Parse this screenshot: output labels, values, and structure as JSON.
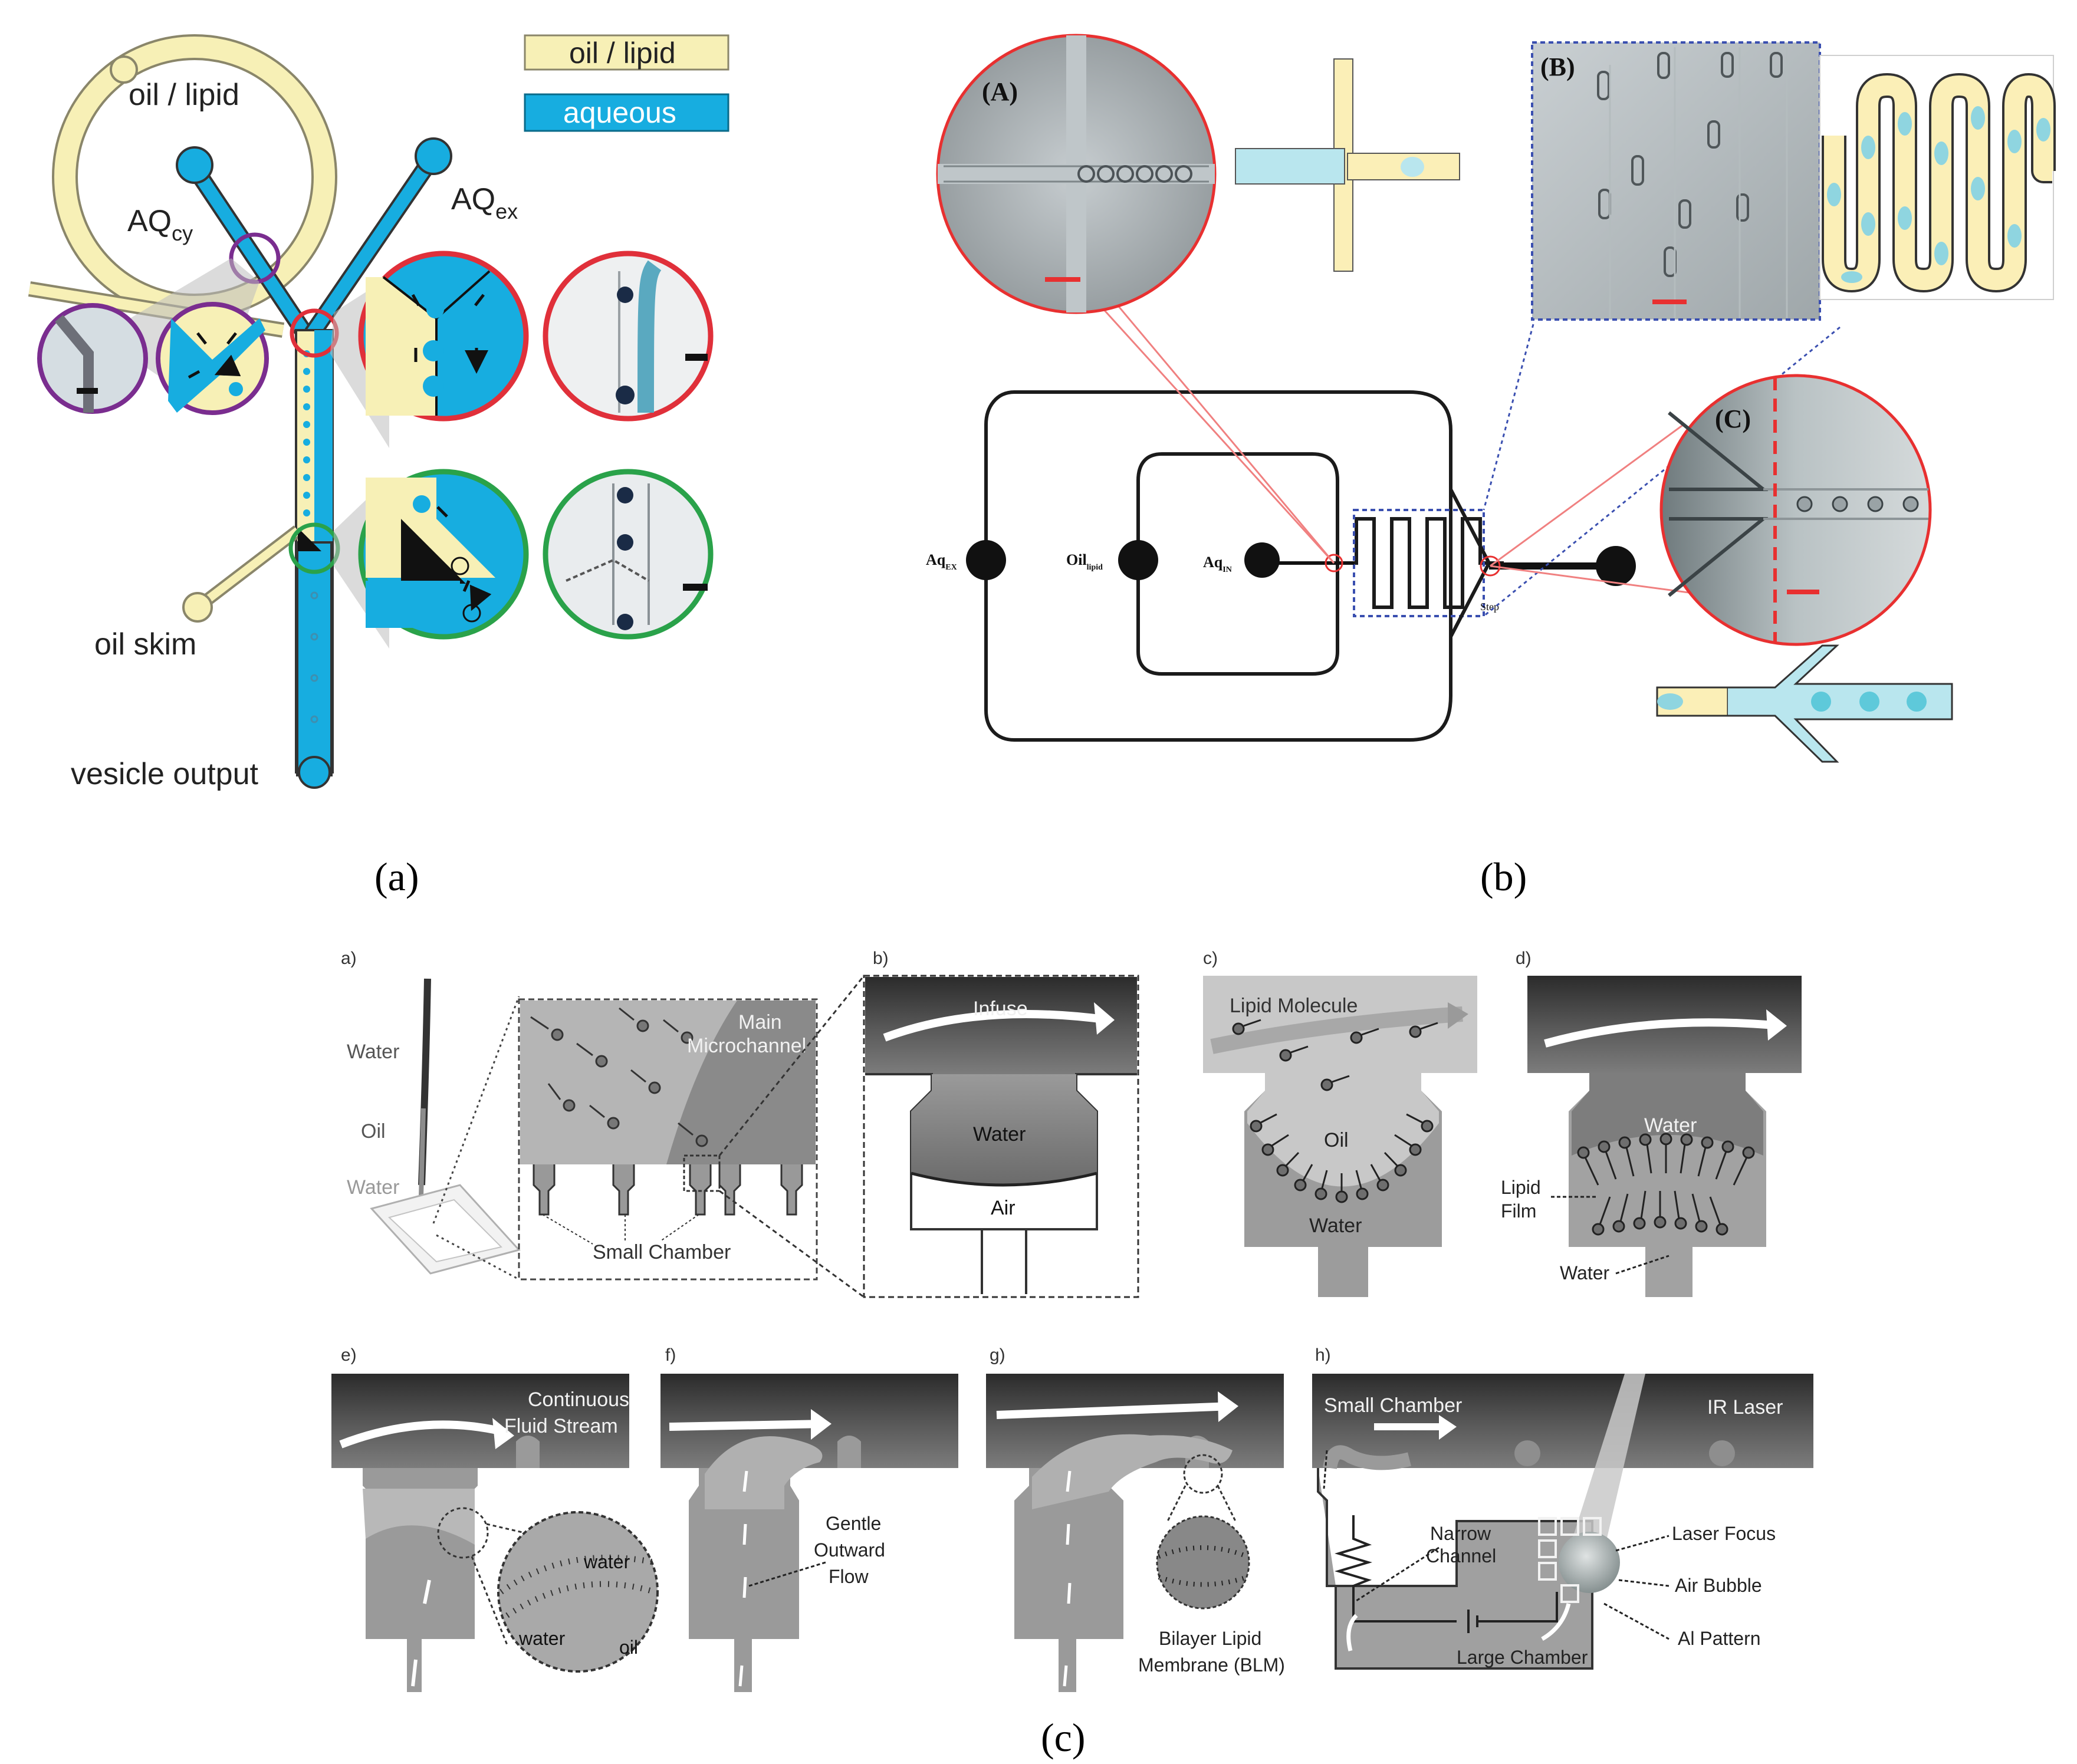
{
  "figure": {
    "captions": {
      "a": "(a)",
      "b": "(b)",
      "c": "(c)"
    }
  },
  "panel_a": {
    "legend": {
      "oil": "oil / lipid",
      "aqueous": "aqueous"
    },
    "ring_label": "oil / lipid",
    "aq_cy": {
      "main": "AQ",
      "sub": "cy"
    },
    "aq_ex": {
      "main": "AQ",
      "sub": "ex"
    },
    "oil_skim": "oil skim",
    "vesicle_output": "vesicle output",
    "colors": {
      "oil": "#f7f0b6",
      "aqueous": "#17ade0",
      "purple": "#7a2d8f",
      "red": "#e0303a",
      "green": "#2aa24a"
    }
  },
  "panel_b": {
    "insets": {
      "A": "(A)",
      "B": "(B)",
      "C": "(C)"
    },
    "inlets": {
      "aq_ex": {
        "main": "Aq",
        "sub": "EX"
      },
      "oil": {
        "main": "Oil",
        "sub": "lipid"
      },
      "aq_in": {
        "main": "Aq",
        "sub": "IN"
      }
    },
    "step": "Step",
    "colors": {
      "oil": "#fbefb7",
      "aqueous": "#b9e6ee",
      "scale": "#e83030",
      "link": "#f08080",
      "dotted": "#3a4fb0"
    }
  },
  "panel_c": {
    "sub_labels": [
      "a)",
      "b)",
      "c)",
      "d)",
      "e)",
      "f)",
      "g)",
      "h)"
    ],
    "a": {
      "water_top": "Water",
      "oil": "Oil",
      "water_bottom": "Water",
      "main_channel": [
        "Main",
        "Microchannel"
      ],
      "small_chamber": "Small Chamber"
    },
    "b": {
      "infuse": "Infuse",
      "water": "Water",
      "air": "Air"
    },
    "c": {
      "lipid_molecule": "Lipid Molecule",
      "oil": "Oil",
      "water": "Water"
    },
    "d": {
      "water_top": "Water",
      "lipid_film": [
        "Lipid",
        "Film"
      ],
      "water_bottom": "Water"
    },
    "e": {
      "stream": [
        "Continuous",
        "Fluid Stream"
      ],
      "water_top": "water",
      "water_bottom": "water",
      "oil": "oil"
    },
    "f": {
      "flow": [
        "Gentle",
        "Outward",
        "Flow"
      ]
    },
    "g": {
      "blm": [
        "Bilayer Lipid",
        "Membrane (BLM)"
      ]
    },
    "h": {
      "small_chamber": "Small Chamber",
      "ir_laser": "IR Laser",
      "narrow_channel": [
        "Narrow",
        "Channel"
      ],
      "laser_focus": "Laser Focus",
      "air_bubble": "Air Bubble",
      "al_pattern": "Al Pattern",
      "large_chamber": "Large Chamber"
    }
  }
}
